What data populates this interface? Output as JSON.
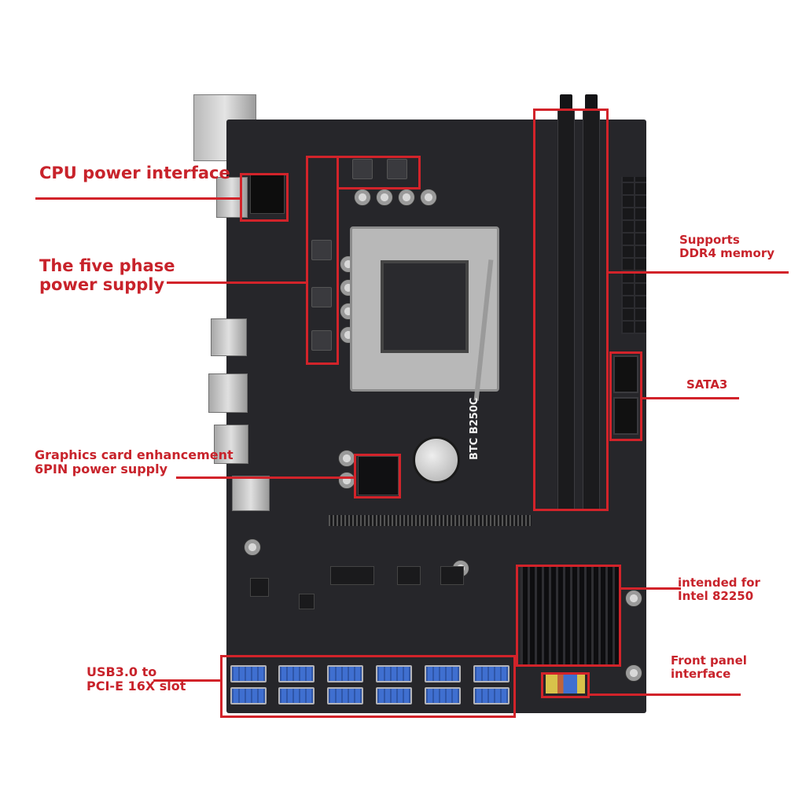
{
  "product": {
    "board_model_label": "BTC B250C"
  },
  "callouts": {
    "cpu_power": {
      "text": "CPU power interface"
    },
    "five_phase": {
      "line1": "The five phase",
      "line2": "power supply"
    },
    "gpu_6pin": {
      "line1": "Graphics card enhancement",
      "line2": "6PIN power supply"
    },
    "usb_pcie": {
      "line1": "USB3.0 to",
      "line2": "PCI-E 16X slot"
    },
    "ddr4": {
      "line1": "Supports",
      "line2": "DDR4 memory"
    },
    "sata": {
      "text": "SATA3"
    },
    "intel": {
      "line1": "intended for",
      "line2": "Intel 82250"
    },
    "front_panel": {
      "line1": "Front panel",
      "line2": "interface"
    }
  },
  "usb_ports": {
    "stacks": 6,
    "ports_per_stack": 2
  },
  "colors": {
    "callout_red": "#d2232a",
    "pcb": "#26262a",
    "usb_blue": "#3f6fd0"
  }
}
